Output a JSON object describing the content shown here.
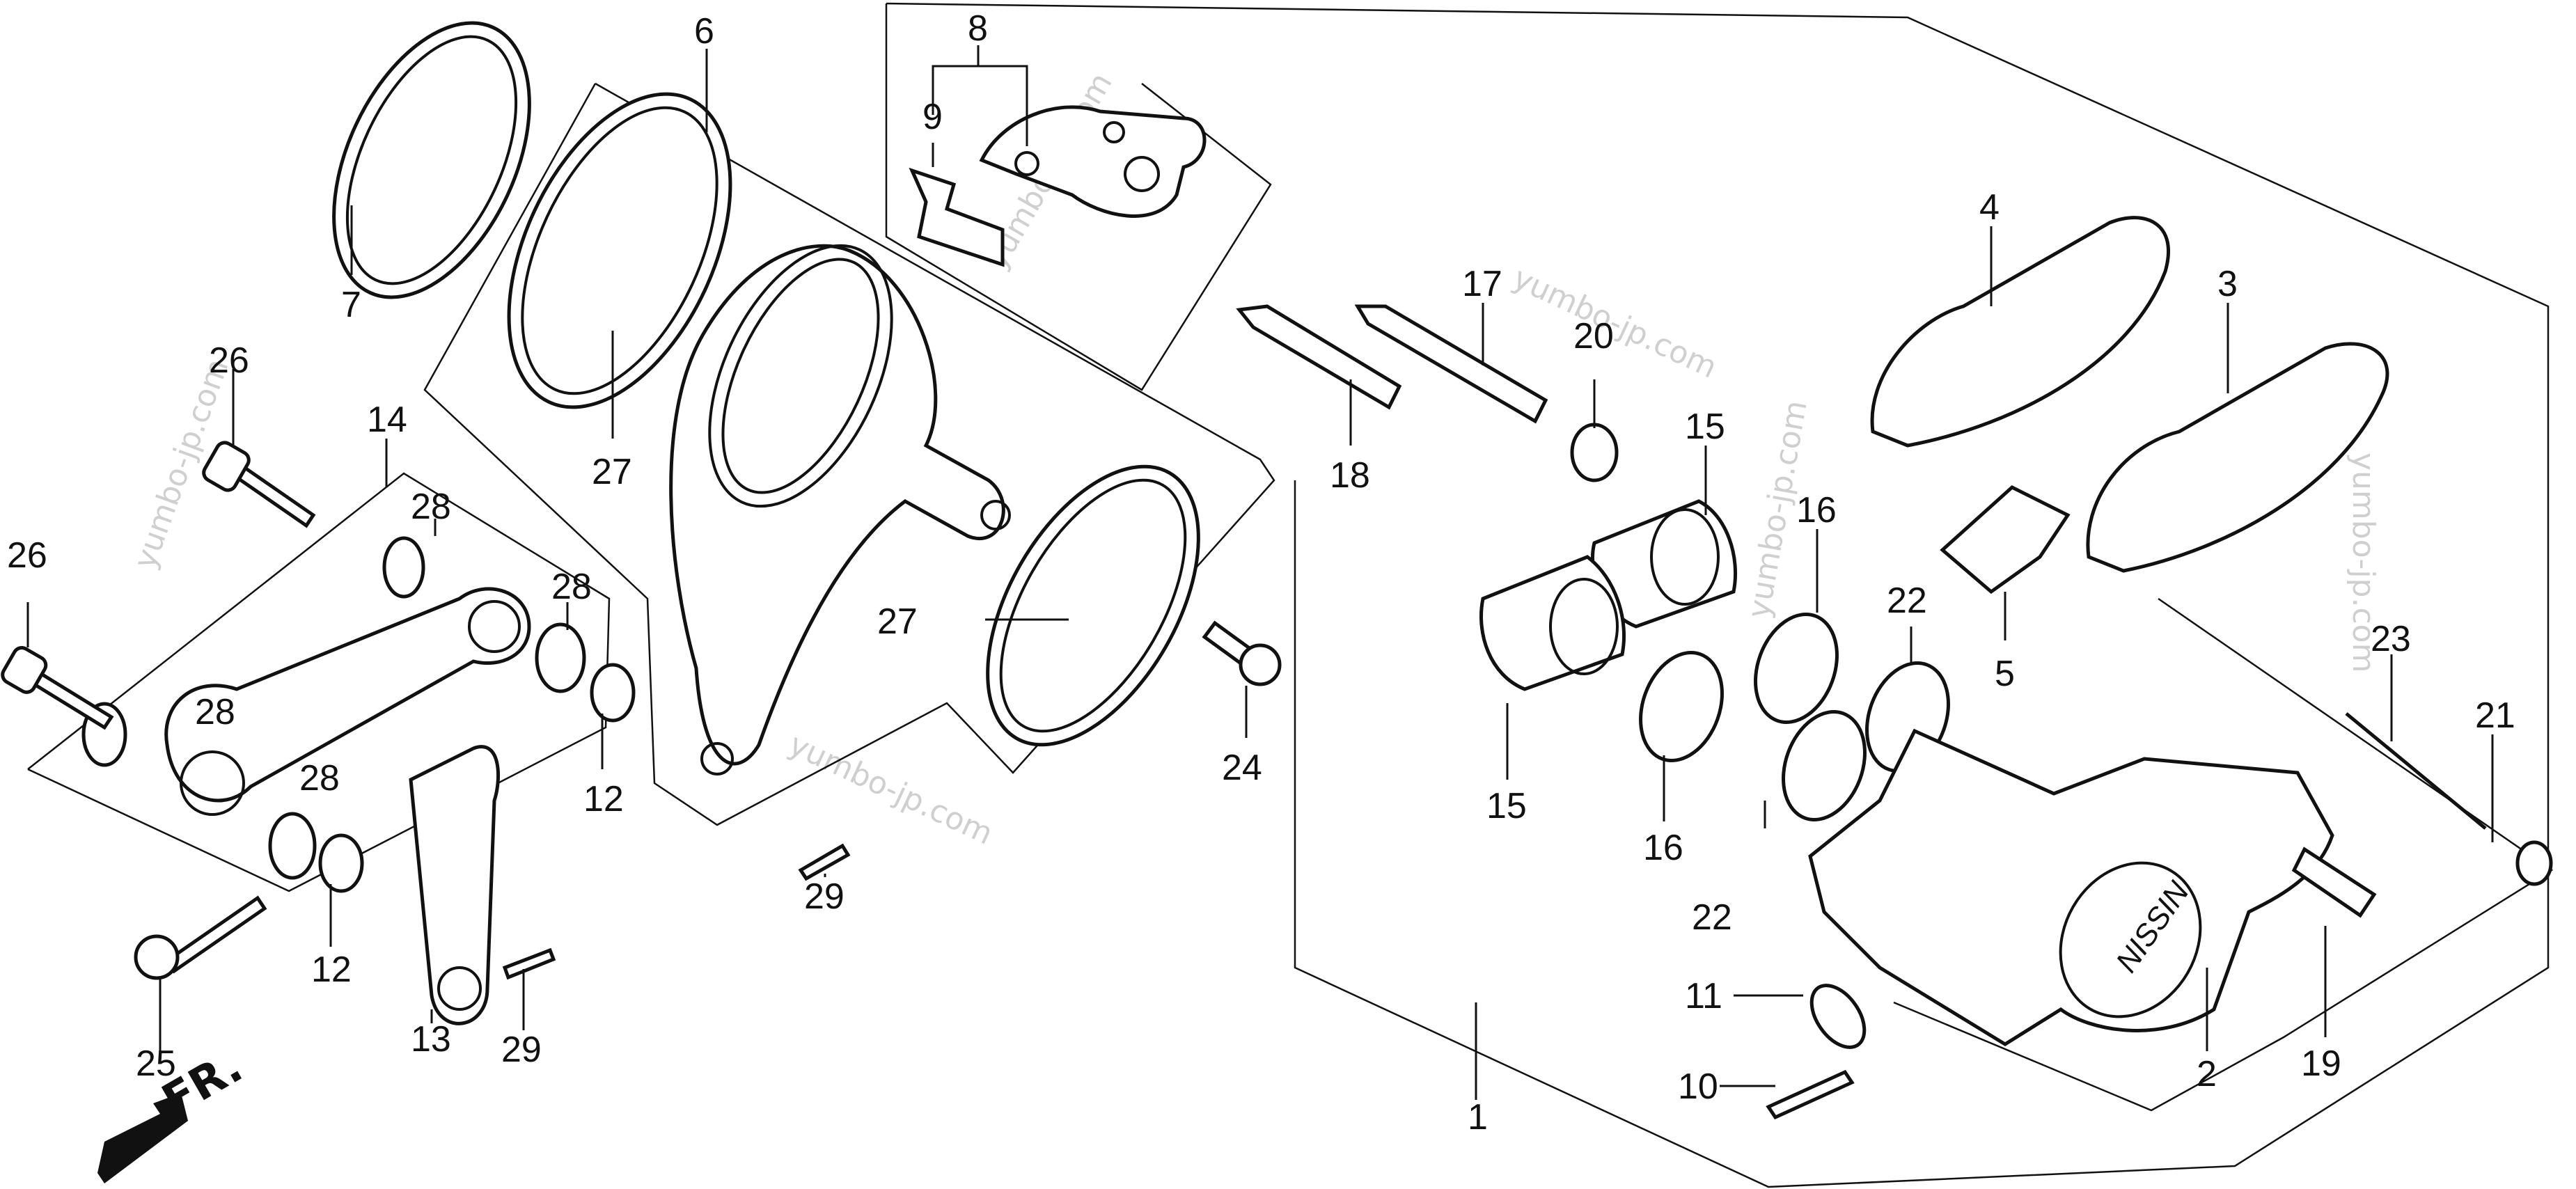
{
  "diagram": {
    "title": "Rear brake caliper / pro-link exploded parts diagram",
    "direction_marker": "FR.",
    "brand_text_on_caliper": "NISSIN",
    "watermarks": [
      "yumbo-jp.com",
      "yumbo-jp.com",
      "yumbo-jp.com",
      "yumbo-jp.com",
      "yumbo-jp.com",
      "yumbo-jp.com"
    ],
    "callouts": [
      {
        "id": "c1",
        "label": "1"
      },
      {
        "id": "c2",
        "label": "2"
      },
      {
        "id": "c3",
        "label": "3"
      },
      {
        "id": "c4",
        "label": "4"
      },
      {
        "id": "c5",
        "label": "5"
      },
      {
        "id": "c6",
        "label": "6"
      },
      {
        "id": "c7",
        "label": "7"
      },
      {
        "id": "c8",
        "label": "8"
      },
      {
        "id": "c9",
        "label": "9"
      },
      {
        "id": "c10",
        "label": "10"
      },
      {
        "id": "c11",
        "label": "11"
      },
      {
        "id": "c12a",
        "label": "12"
      },
      {
        "id": "c12b",
        "label": "12"
      },
      {
        "id": "c13",
        "label": "13"
      },
      {
        "id": "c14",
        "label": "14"
      },
      {
        "id": "c15a",
        "label": "15"
      },
      {
        "id": "c15b",
        "label": "15"
      },
      {
        "id": "c16a",
        "label": "16"
      },
      {
        "id": "c16b",
        "label": "16"
      },
      {
        "id": "c17",
        "label": "17"
      },
      {
        "id": "c18",
        "label": "18"
      },
      {
        "id": "c19",
        "label": "19"
      },
      {
        "id": "c20",
        "label": "20"
      },
      {
        "id": "c21",
        "label": "21"
      },
      {
        "id": "c22a",
        "label": "22"
      },
      {
        "id": "c22b",
        "label": "22"
      },
      {
        "id": "c23",
        "label": "23"
      },
      {
        "id": "c24",
        "label": "24"
      },
      {
        "id": "c25",
        "label": "25"
      },
      {
        "id": "c26a",
        "label": "26"
      },
      {
        "id": "c26b",
        "label": "26"
      },
      {
        "id": "c27a",
        "label": "27"
      },
      {
        "id": "c27b",
        "label": "27"
      },
      {
        "id": "c28a",
        "label": "28"
      },
      {
        "id": "c28b",
        "label": "28"
      },
      {
        "id": "c28c",
        "label": "28"
      },
      {
        "id": "c28d",
        "label": "28"
      },
      {
        "id": "c29a",
        "label": "29"
      },
      {
        "id": "c29b",
        "label": "29"
      }
    ]
  }
}
